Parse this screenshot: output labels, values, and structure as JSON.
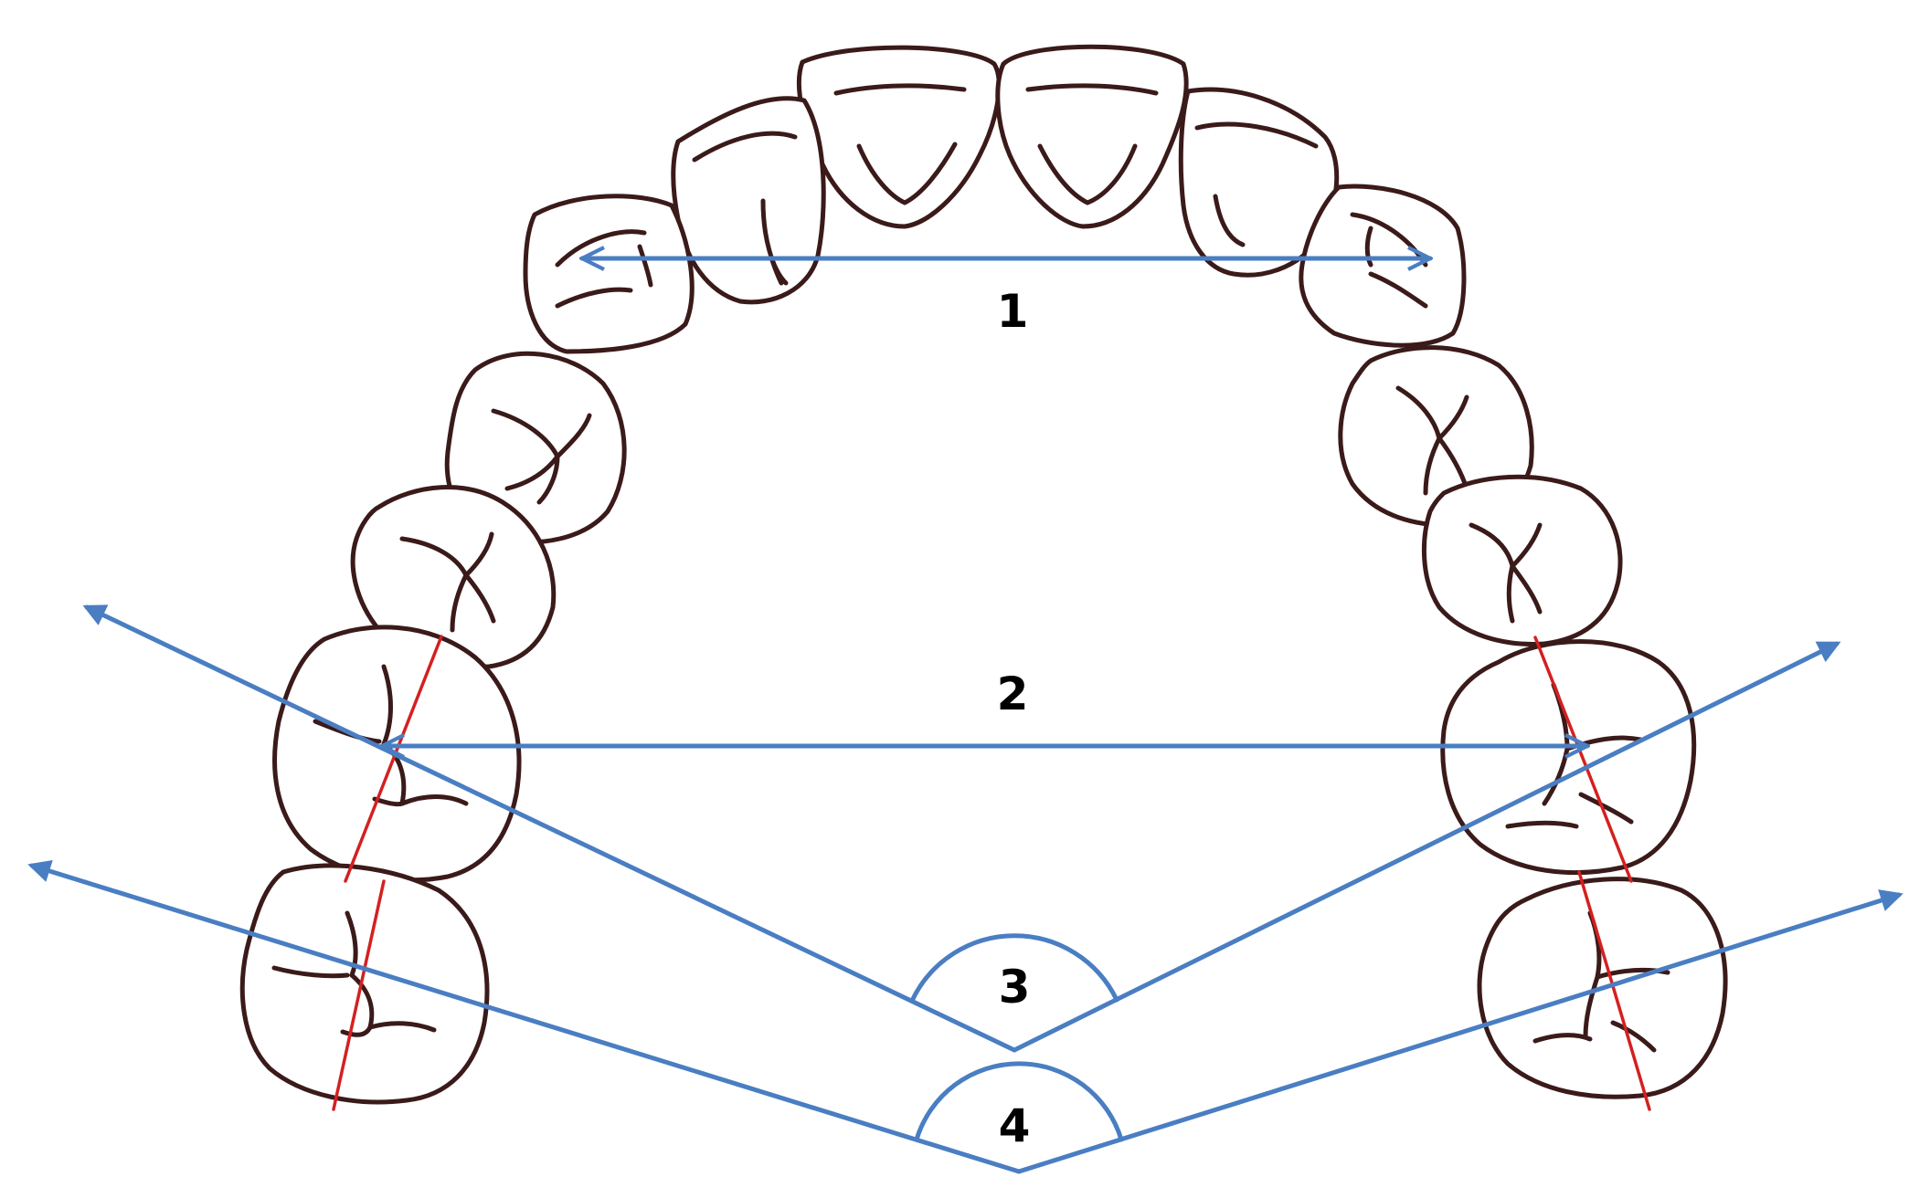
{
  "labels": {
    "intercanine_width": "1",
    "intermolar_width": "2",
    "first_molar_angle": "3",
    "second_molar_angle": "4"
  },
  "colors": {
    "measurement": "#4a7ec2",
    "tooth_axis": "#d42020",
    "tooth_outline": "#3b1a1a"
  }
}
